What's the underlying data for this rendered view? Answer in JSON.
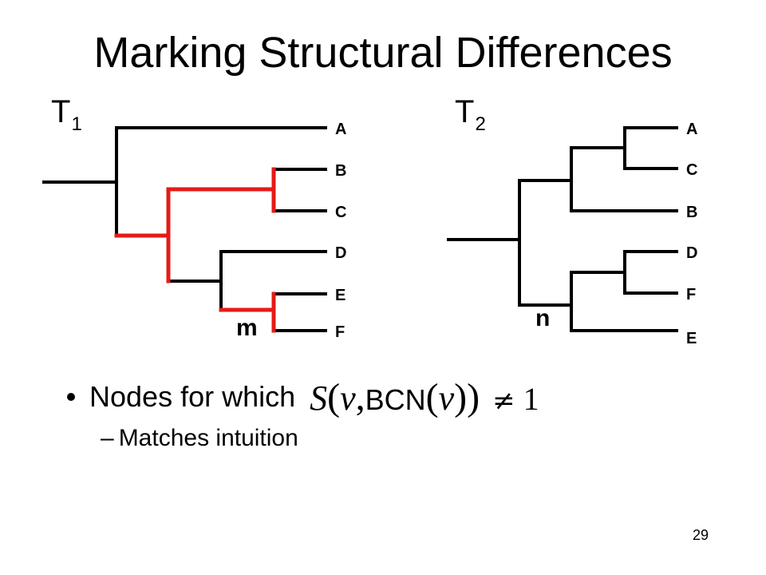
{
  "slide": {
    "title": "Marking Structural Differences",
    "page_number": "29"
  },
  "tree1": {
    "label": "T",
    "subscript": "1",
    "leaves": [
      "A",
      "B",
      "C",
      "D",
      "E",
      "F"
    ],
    "marked_node": "m"
  },
  "tree2": {
    "label": "T",
    "subscript": "2",
    "leaves": [
      "A",
      "C",
      "B",
      "D",
      "F",
      "E"
    ],
    "marked_node": "n"
  },
  "bullet": {
    "text": "Nodes for which",
    "math": {
      "s": "S",
      "open_paren": "(",
      "v1": "v",
      "comma": ",",
      "bcn": "BCN",
      "open_paren2": "(",
      "v2": "v",
      "close_parens": "))",
      "neq": "≠",
      "one": "1"
    },
    "sub_item": "Matches intuition",
    "sub_dash": "–"
  },
  "colors": {
    "highlight": "#e41b17",
    "line": "#000000"
  }
}
